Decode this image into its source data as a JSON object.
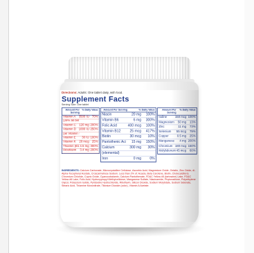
{
  "label": {
    "directions": {
      "lead": "Directions:",
      "text": "Adults: One tablet daily, with food."
    },
    "title": "Supplement Facts",
    "serving": "Serving Size: One tablet",
    "col_header": {
      "amount": "Amount Per Serving",
      "dv": "% Daily Value"
    },
    "col_a": [
      {
        "name": "Vitamin A",
        "amount": "3500 IU",
        "dv": "70%"
      },
      {
        "name": "(29% as beta-carotene)",
        "amount": "",
        "dv": ""
      },
      {
        "name": "Vitamin C",
        "amount": "120 mg",
        "dv": "200%"
      },
      {
        "name": "Vitamin D",
        "amount": "1000 IU",
        "dv": "250%"
      },
      {
        "name": "(as Vitamin D3)",
        "amount": "",
        "dv": ""
      },
      {
        "name": "Vitamin E",
        "amount": "30 IU",
        "dv": "100%"
      },
      {
        "name": "Vitamin K",
        "amount": "20 mcg",
        "dv": "25%"
      },
      {
        "name": "Thiamin (B1)",
        "amount": "4.5 mg",
        "dv": "300%"
      },
      {
        "name": "Riboflavin",
        "amount": "3.4 mg",
        "dv": "200%"
      }
    ],
    "col_b": [
      {
        "name": "Niacin",
        "amount": "20 mg",
        "dv": "100%"
      },
      {
        "name": "Vitamin B6",
        "amount": "6 mg",
        "dv": "300%"
      },
      {
        "name": "Folic Acid",
        "amount": "400 mcg",
        "dv": "100%"
      },
      {
        "name": "Vitamin B12",
        "amount": "25 mcg",
        "dv": "417%"
      },
      {
        "name": "Biotin",
        "amount": "30 mcg",
        "dv": "10%"
      },
      {
        "name": "Pantothenic Acid",
        "amount": "15 mg",
        "dv": "150%"
      },
      {
        "name": "Calcium",
        "amount": "300 mg",
        "dv": "30%"
      },
      {
        "name": "(elemental)",
        "amount": "",
        "dv": ""
      },
      {
        "name": "Iron",
        "amount": "0 mg",
        "dv": "0%"
      }
    ],
    "col_c": [
      {
        "name": "Iodine",
        "amount": "150 mcg",
        "dv": "100%"
      },
      {
        "name": "Magnesium",
        "amount": "50 mg",
        "dv": "13%"
      },
      {
        "name": "Zinc",
        "amount": "11 mg",
        "dv": "73%"
      },
      {
        "name": "Selenium",
        "amount": "55 mcg",
        "dv": "79%"
      },
      {
        "name": "Copper",
        "amount": "0.5 mg",
        "dv": "25%"
      },
      {
        "name": "Manganese",
        "amount": "4 mg",
        "dv": "200%"
      },
      {
        "name": "Chromium",
        "amount": "180 mcg",
        "dv": "150%"
      },
      {
        "name": "Molybdenum",
        "amount": "45 mcg",
        "dv": "60%"
      }
    ],
    "ingredients": {
      "lead": "INGREDIENTS:",
      "text": "Calcium Carbonate, Microcrystalline Cellulose, Ascorbic Acid, Magnesium Oxide, Gelatin, Zinc Oxide, dl-Alpha-Tocopheryl Acetate, Croscarmellose Sodium. Less than 2% of: Acacia, Beta Carotene, Biotin, Cholecalciferol, Chromium Chloride, Cupric Oxide, Cyanocobalamin, Calcium Pantothenate, FD&C Yellow #5 (tartrazine) Lake, FD&C Yellow #6 Lake, Folic Acid, Hydroxypropyl Methylcellulose, Manganese Sulfate, Niacinamide, Phytonadione, Polyethylene Glycol, Potassium Iodide, Pyridoxine Hydrochloride, Riboflavin, Silicon Dioxide, Sodium Molybdate, Sodium Selenate, Stearic Acid, Thiamine Mononitrate, Titanium Dioxide (color), Vitamin A Acetate."
    }
  },
  "colors": {
    "brand_blue": "#1f3a8a",
    "value_red": "#d11f1f"
  }
}
